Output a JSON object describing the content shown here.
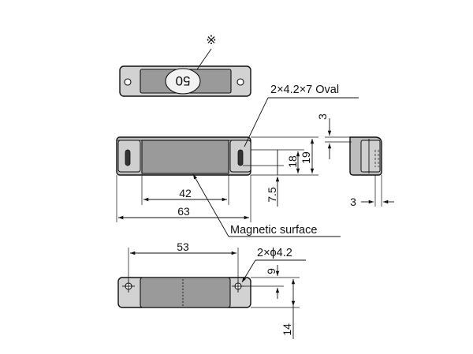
{
  "labels": {
    "reference_mark": "※",
    "stamp_number": "50",
    "oval_callout": "2×4.2×7 Oval",
    "magnetic_callout": "Magnetic surface",
    "hole_callout": "2×ϕ4.2"
  },
  "dimensions": {
    "inner_width": "42",
    "overall_width": "63",
    "oval_pitch_18": "18",
    "height_19": "19",
    "offset_7_5": "7.5",
    "top_gap_3": "3",
    "side_thickness_3": "3",
    "hole_pitch_53": "53",
    "hole_offset_9": "9",
    "height_14": "14"
  }
}
